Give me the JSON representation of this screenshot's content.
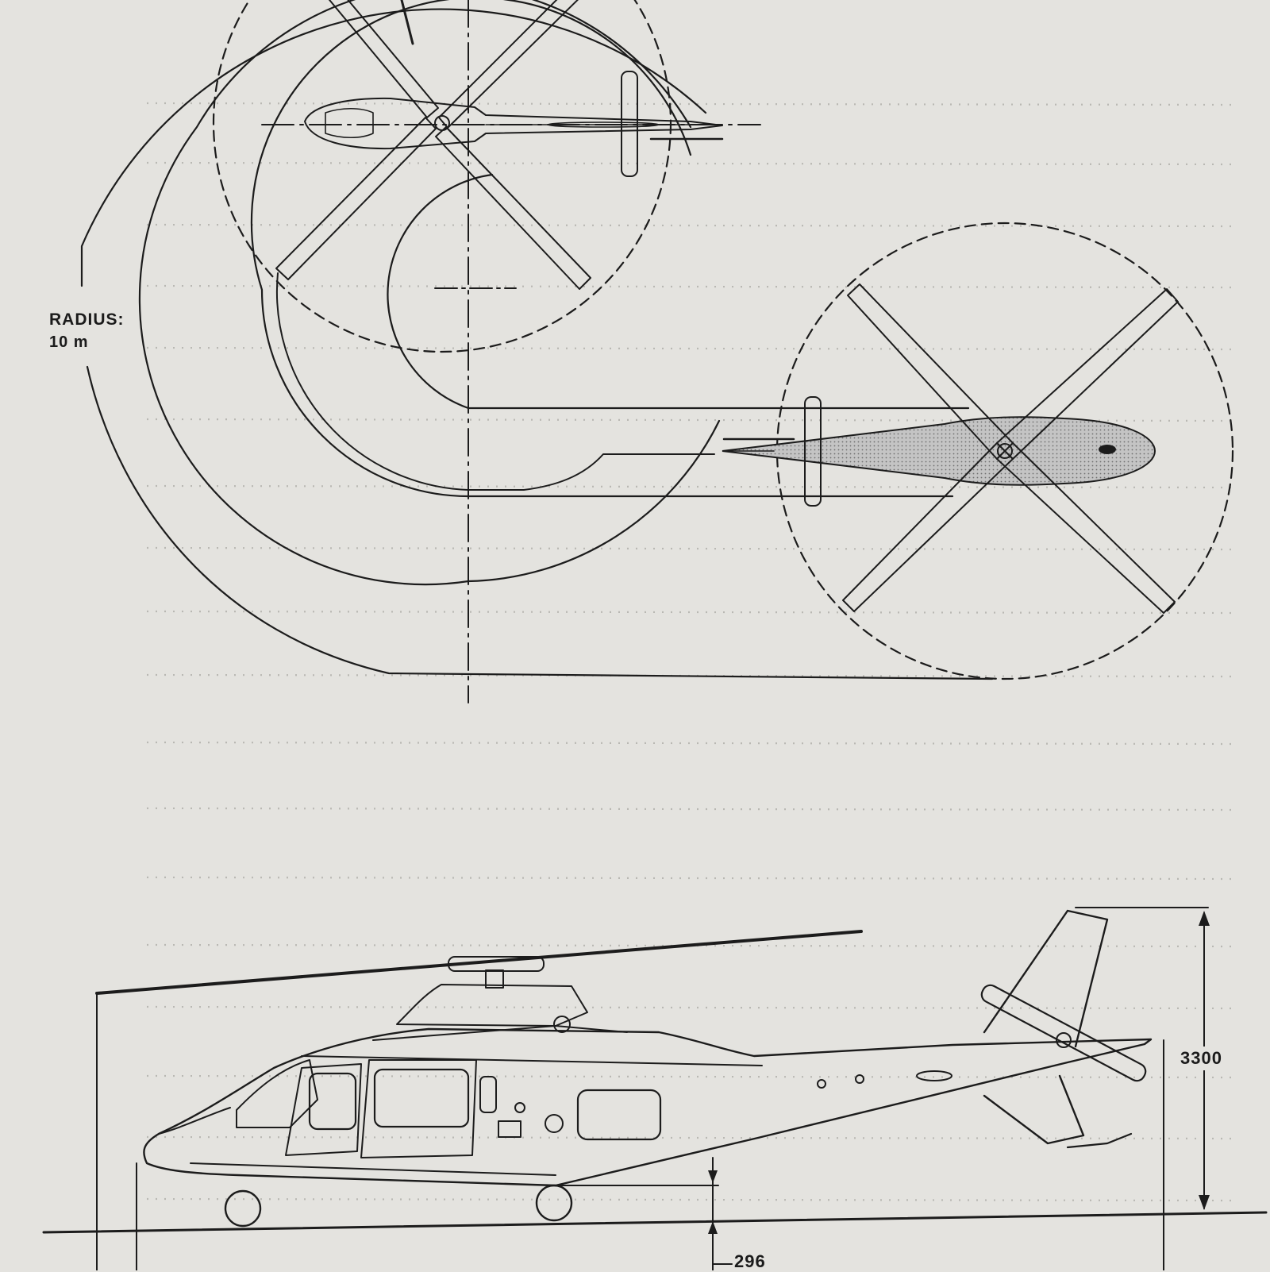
{
  "annotations": {
    "radius_label": "RADIUS:",
    "radius_value": "10 m",
    "height_dim": "3300",
    "clearance_dim": "296"
  },
  "colors": {
    "paper": "#e4e3df",
    "ink": "#1c1c1c",
    "shading": "#b9b9b9"
  }
}
